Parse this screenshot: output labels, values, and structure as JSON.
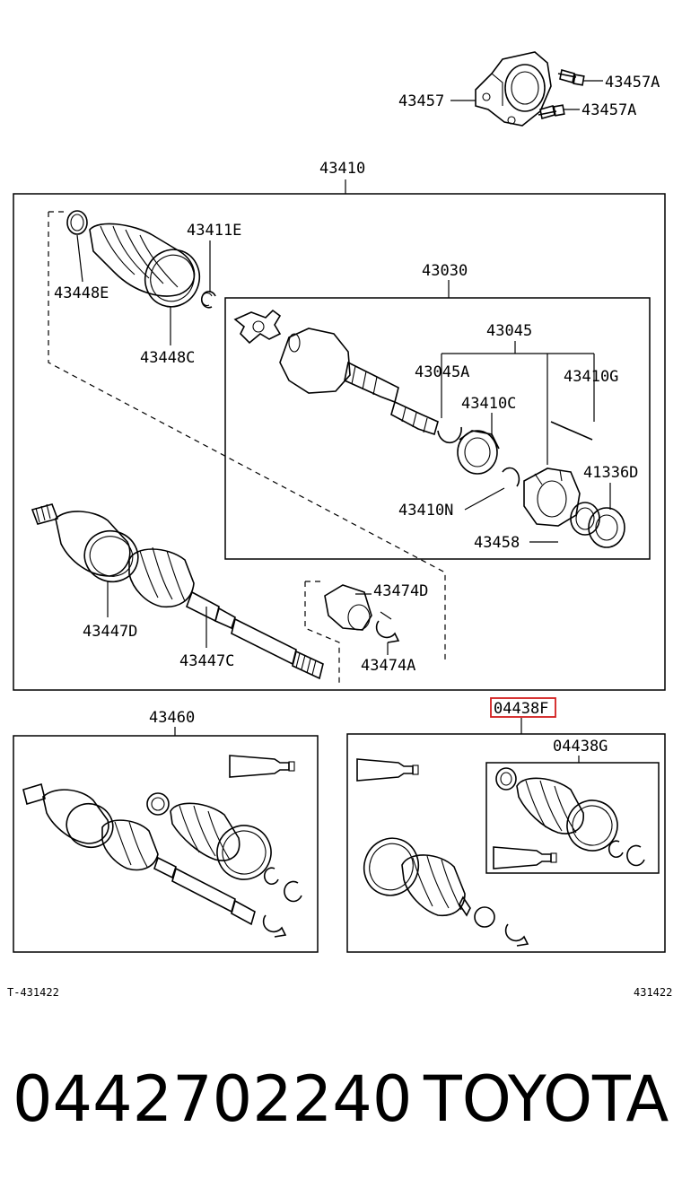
{
  "diagram": {
    "labels": {
      "p43457": "43457",
      "p43457a_1": "43457A",
      "p43457a_2": "43457A",
      "p43410": "43410",
      "p43411e": "43411E",
      "p43448e": "43448E",
      "p43448c": "43448C",
      "p43030": "43030",
      "p43045": "43045",
      "p43045a": "43045A",
      "p43410c": "43410C",
      "p43410g": "43410G",
      "p41336d": "41336D",
      "p43410n": "43410N",
      "p43458": "43458",
      "p43474d": "43474D",
      "p43474a": "43474A",
      "p43447d": "43447D",
      "p43447c": "43447C",
      "p43460": "43460",
      "p04438f": "04438F",
      "p04438g": "04438G",
      "ref_left": "T-431422",
      "ref_right": "431422"
    },
    "highlight_color": "#d21e1e"
  },
  "footer": {
    "part_number": "0442702240",
    "brand": "TOYOTA"
  }
}
